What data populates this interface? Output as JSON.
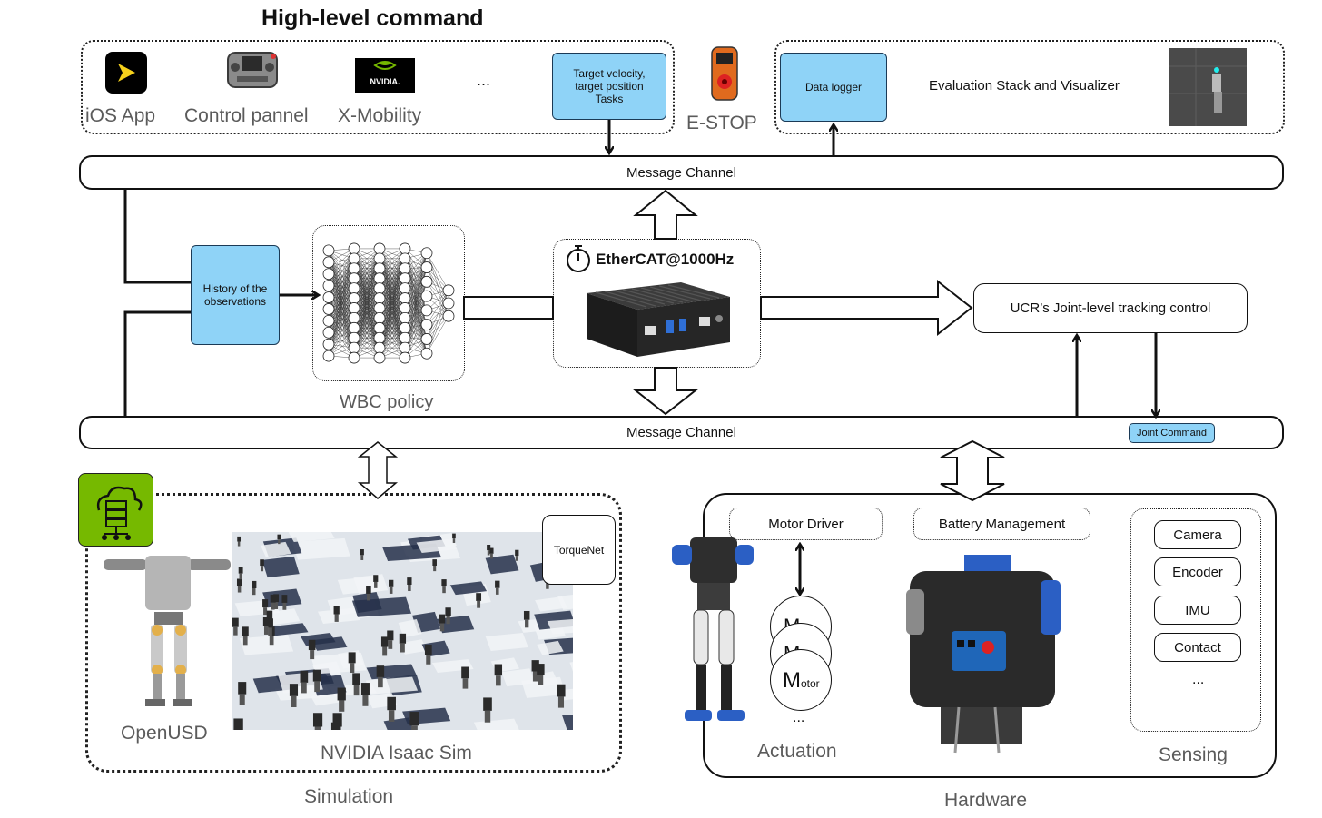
{
  "title": "High-level command",
  "high_level": {
    "sources": [
      "iOS App",
      "Control pannel",
      "X-Mobility",
      "..."
    ],
    "target_box": "Target velocity,\ntarget position\nTasks",
    "estop": "E-STOP",
    "nvidia_logo_text": "NVIDIA."
  },
  "evaluation": {
    "data_logger": "Data logger",
    "label": "Evaluation Stack and Visualizer"
  },
  "channels": {
    "top": "Message Channel",
    "bottom": "Message Channel",
    "joint_command": "Joint Command"
  },
  "policy": {
    "history": "History of the\nobservations",
    "wbc": "WBC policy",
    "ethercat": "EtherCAT@1000Hz",
    "ucr_control": "UCR’s Joint-level tracking control"
  },
  "simulation": {
    "openusd": "OpenUSD",
    "isaac": "NVIDIA Isaac Sim",
    "torquenet": "TorqueNet",
    "label": "Simulation"
  },
  "hardware": {
    "motor_driver": "Motor Driver",
    "battery": "Battery Management",
    "motor_big": "M",
    "motor_small": "otor",
    "motor_partial": "M",
    "motor_dots": "...",
    "actuation": "Actuation",
    "sensors": [
      "Camera",
      "Encoder",
      "IMU",
      "Contact"
    ],
    "sensor_dots": "...",
    "sensing": "Sensing",
    "label": "Hardware"
  },
  "colors": {
    "blue_box": "#8fd3f7",
    "nvidia_green": "#76b900",
    "grey_text": "#5b5b5b"
  }
}
